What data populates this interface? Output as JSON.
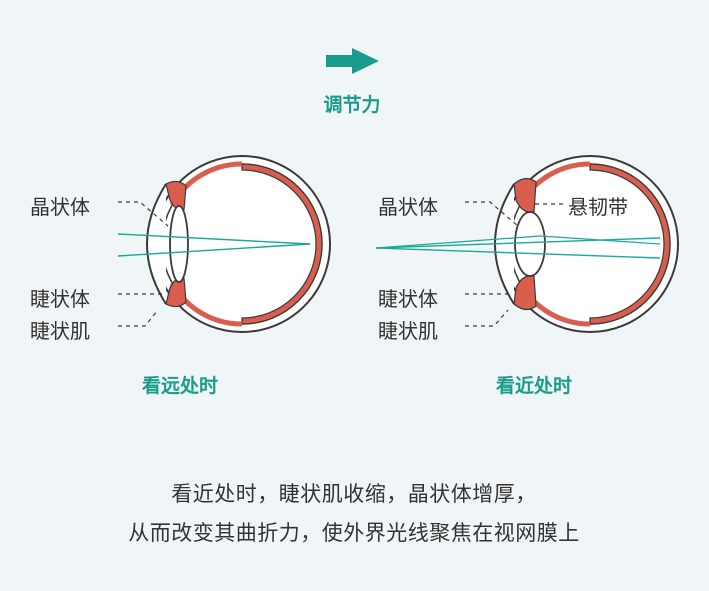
{
  "header": {
    "title": "调节力",
    "arrow_icon": "right-arrow-icon"
  },
  "left_eye": {
    "labels": {
      "lens": "晶状体",
      "ciliary_body": "睫状体",
      "ciliary_muscle": "睫状肌"
    },
    "caption": "看远处时"
  },
  "right_eye": {
    "labels": {
      "lens": "晶状体",
      "zonule": "悬韧带",
      "ciliary_body": "睫状体",
      "ciliary_muscle": "睫状肌"
    },
    "caption": "看近处时"
  },
  "description": {
    "line1": "看近处时，睫状肌收缩，晶状体增厚，",
    "line2": "从而改变其曲折力，使外界光线聚焦在视网膜上"
  },
  "colors": {
    "accent": "#1a9c8c",
    "muscle": "#d95e4e",
    "outline": "#3a3a3a",
    "light_ray": "#1aa898",
    "background": "#f0f6f7"
  }
}
